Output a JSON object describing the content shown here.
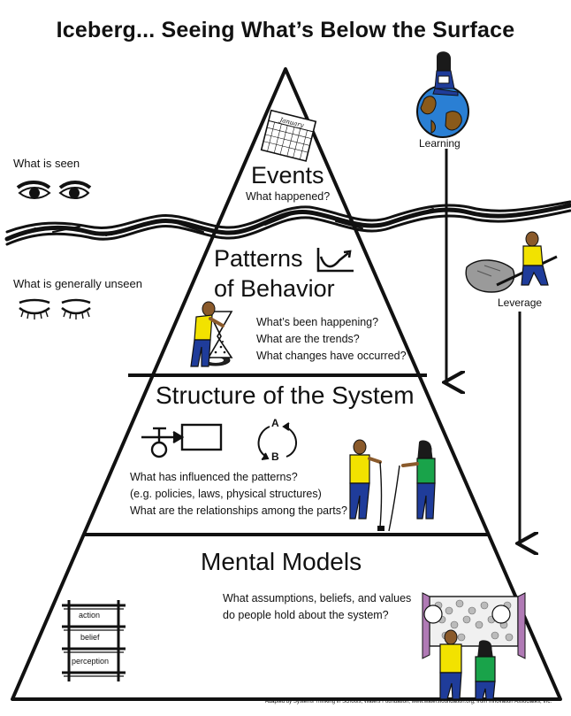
{
  "title": "Iceberg... Seeing What’s Below the Surface",
  "side_labels": {
    "seen": "What is seen",
    "unseen": "What is generally unseen"
  },
  "arrows": {
    "learning": "Learning",
    "leverage": "Leverage"
  },
  "levels": {
    "events": {
      "heading": "Events",
      "question": "What happened?",
      "calendar_month": "January"
    },
    "patterns": {
      "heading_line1": "Patterns",
      "heading_line2": "of Behavior",
      "questions": [
        "What’s been happening?",
        "What are the trends?",
        "What changes have occurred?"
      ]
    },
    "structure": {
      "heading": "Structure of the System",
      "loop_a": "A",
      "loop_b": "B",
      "questions": [
        "What has influenced the patterns?",
        "(e.g. policies, laws, physical structures)",
        "What are the relationships among the parts?"
      ]
    },
    "mental_models": {
      "heading": "Mental Models",
      "questions": [
        "What assumptions, beliefs, and values",
        "do people hold about the system?"
      ],
      "ladder": [
        "action",
        "belief",
        "perception"
      ]
    }
  },
  "credit": "Adapted by Systems Thinking in Schools, Waters Foundation, www.watersfoundation.org, from Innovation Associates, Inc.",
  "colors": {
    "ink": "#111111",
    "skin": "#8a5a2b",
    "shirt_yellow": "#f2e200",
    "pants_blue": "#1f3c9a",
    "shirt_green": "#19a34a",
    "globe_blue": "#2a7fd4",
    "globe_land": "#8a5a1a",
    "rock_gray": "#9a9a9a"
  }
}
